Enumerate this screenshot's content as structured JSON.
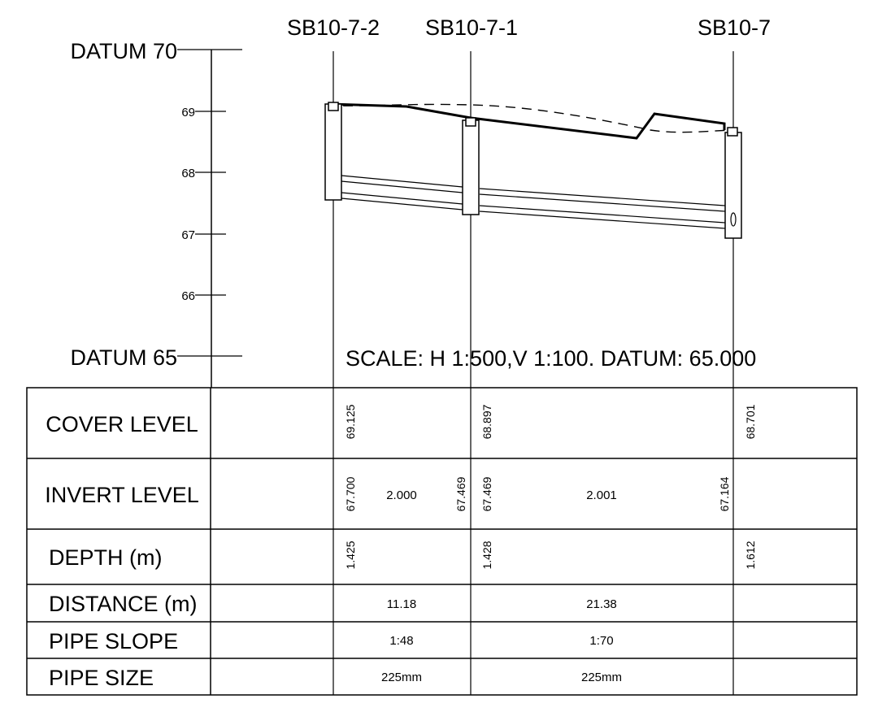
{
  "datum_top_label": "DATUM 70",
  "datum_bottom_label": "DATUM 65",
  "level_ticks": [
    {
      "label": "69",
      "value": 69
    },
    {
      "label": "68",
      "value": 68
    },
    {
      "label": "67",
      "value": 67
    },
    {
      "label": "66",
      "value": 66
    }
  ],
  "scale_note": "SCALE: H 1:500,V 1:100. DATUM: 65.000",
  "manholes": [
    {
      "id": "SB10-7-2",
      "chainage": 0,
      "cover_level": "69.125",
      "depth": "1.425"
    },
    {
      "id": "SB10-7-1",
      "chainage": 11.18,
      "cover_level": "68.897",
      "depth": "1.428"
    },
    {
      "id": "SB10-7",
      "chainage": 32.56,
      "cover_level": "68.701",
      "depth": "1.612"
    }
  ],
  "pipes": [
    {
      "up_invert": "67.700",
      "down_invert": "67.469",
      "mid": "2.000",
      "distance": "11.18",
      "slope": "1:48",
      "size": "225mm"
    },
    {
      "up_invert": "67.469",
      "down_invert": "67.164",
      "mid": "2.001",
      "distance": "21.38",
      "slope": "1:70",
      "size": "225mm"
    }
  ],
  "rows": {
    "cover_level": "COVER LEVEL",
    "invert_level": "INVERT LEVEL",
    "depth": "DEPTH (m)",
    "distance": "DISTANCE (m)",
    "pipe_slope": "PIPE SLOPE",
    "pipe_size": "PIPE SIZE"
  }
}
